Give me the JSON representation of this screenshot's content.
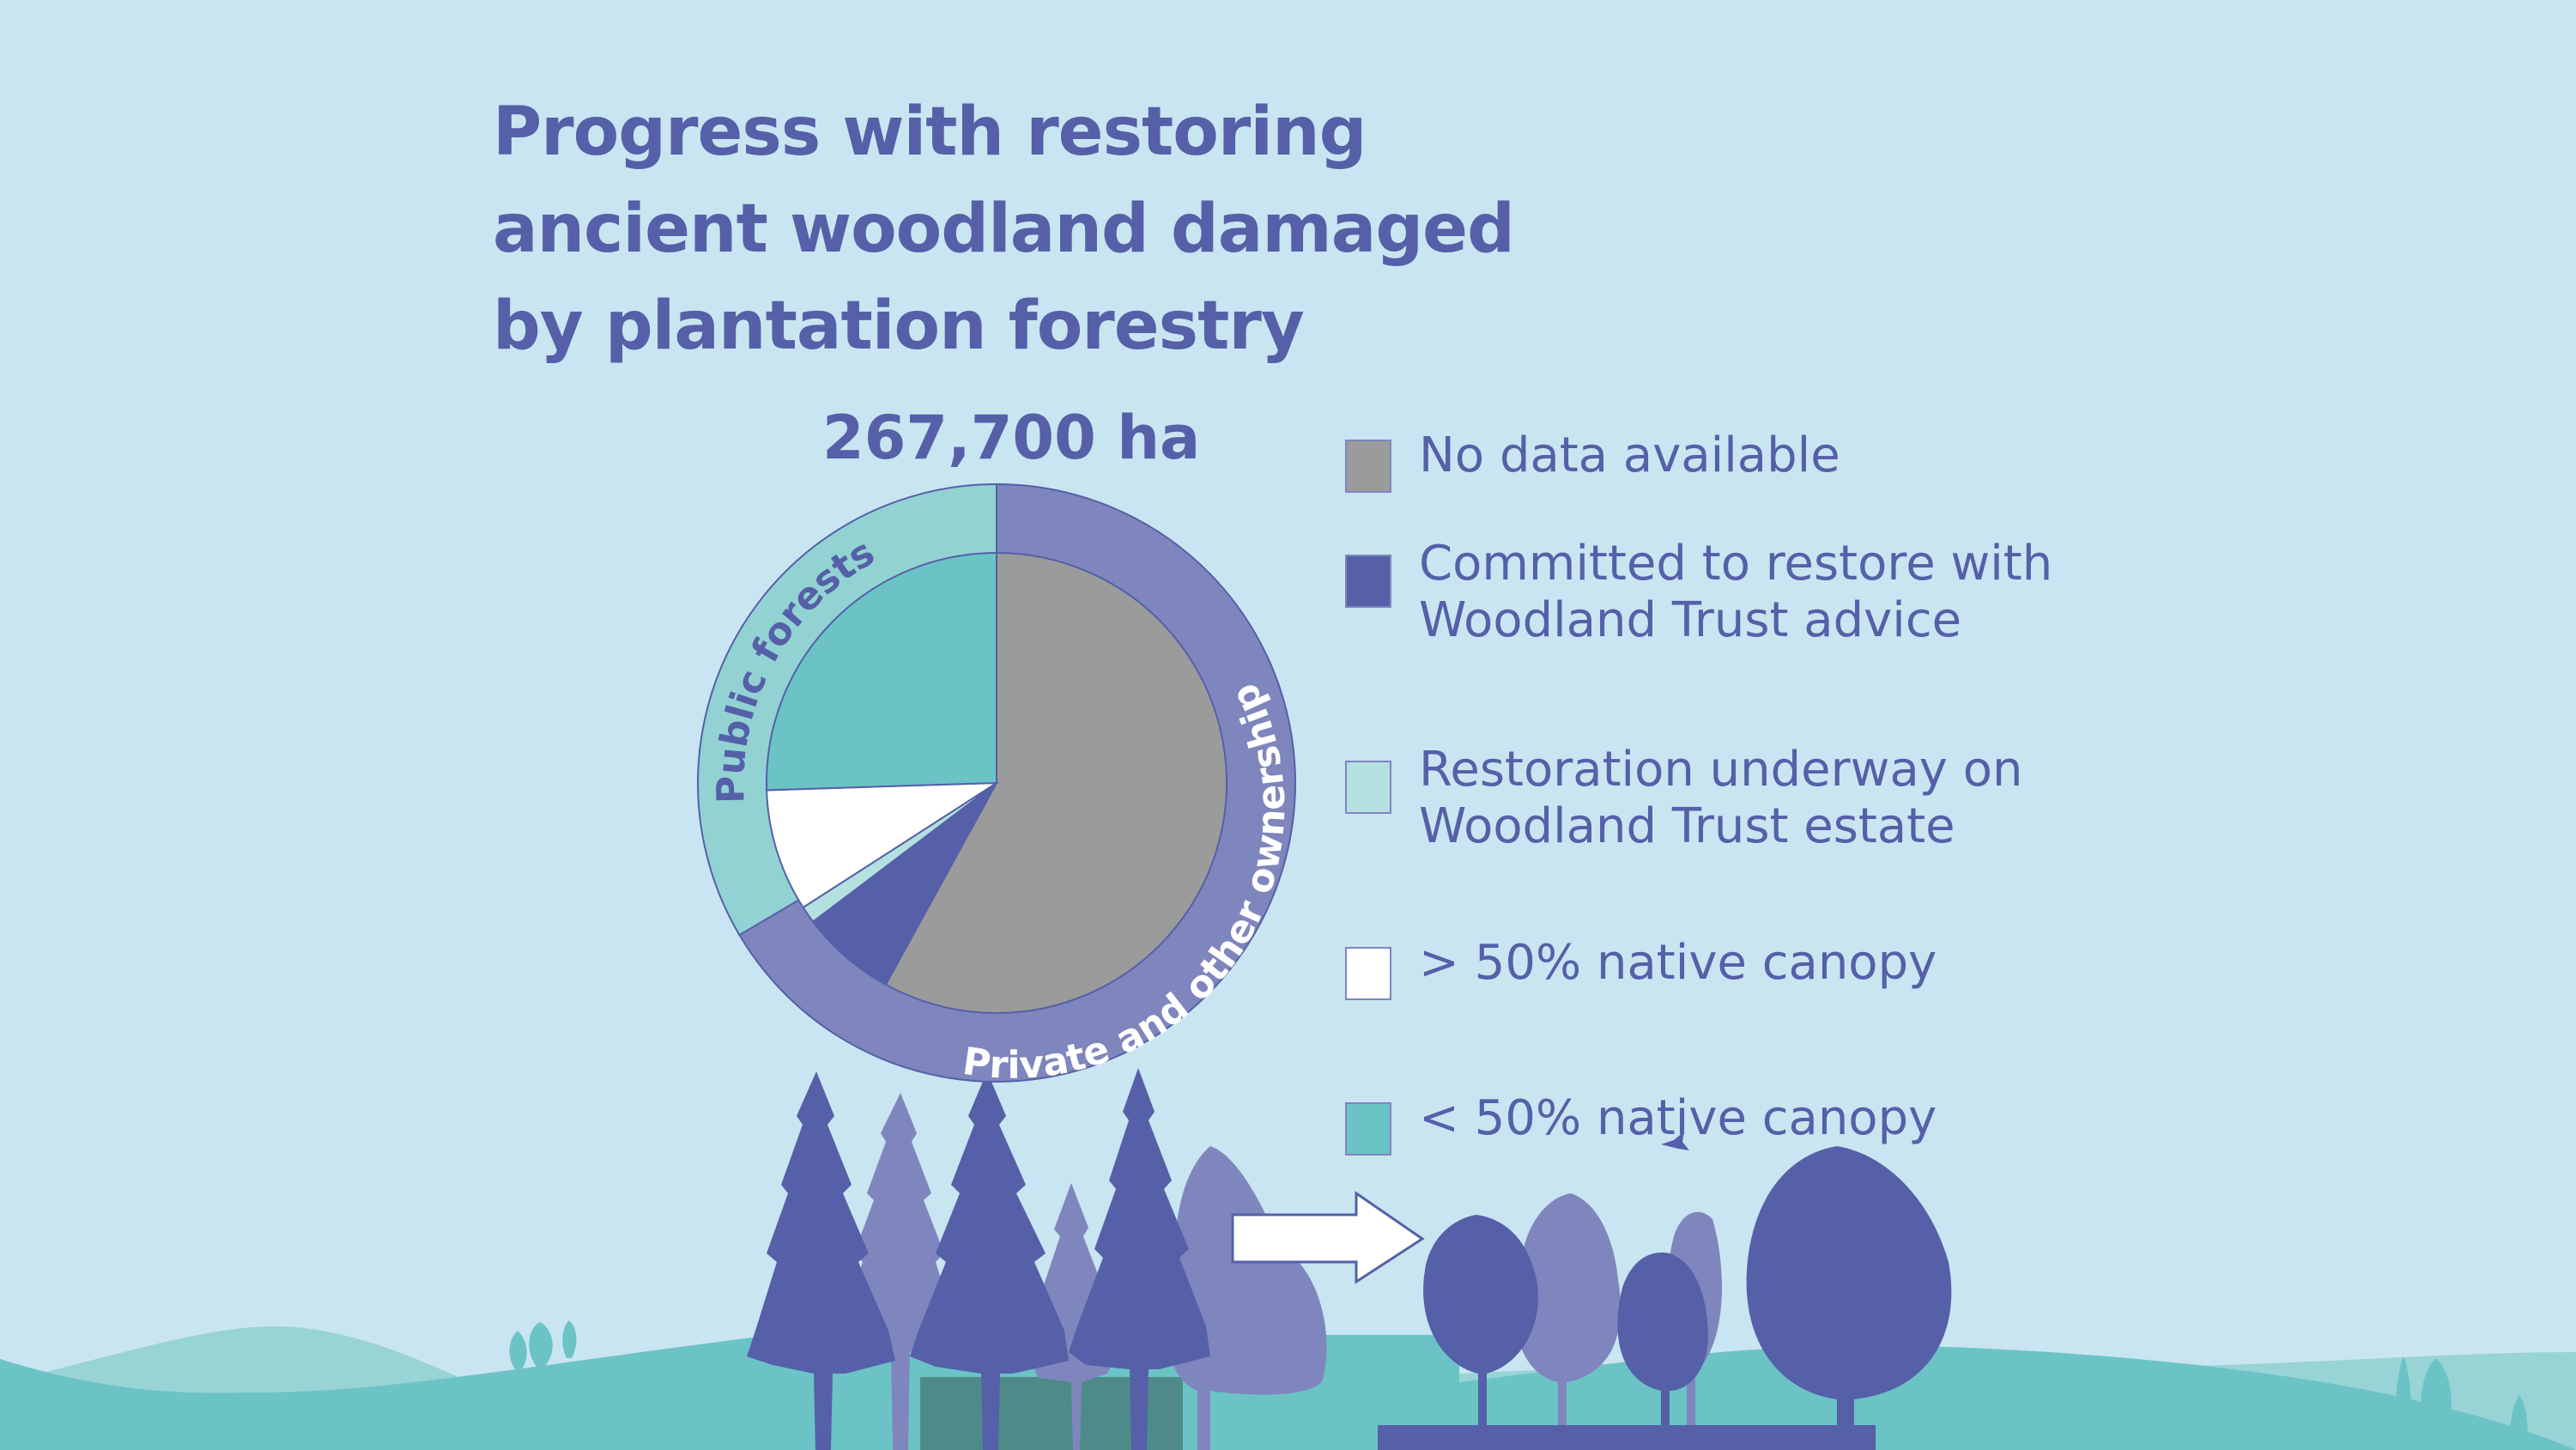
{
  "title": {
    "lines": [
      "Progress with restoring",
      "ancient woodland damaged",
      "by plantation forestry"
    ]
  },
  "total": "267,700 ha",
  "ring_labels": {
    "public": "Public forests",
    "private": "Private and other ownership"
  },
  "legend": [
    {
      "key": "no_data",
      "lines": [
        "No data available"
      ],
      "color": "#9b9b9b"
    },
    {
      "key": "committed",
      "lines": [
        "Committed to restore with",
        "Woodland Trust advice"
      ],
      "color": "#5560a8"
    },
    {
      "key": "underway",
      "lines": [
        "Restoration underway on",
        "Woodland Trust estate"
      ],
      "color": "#b4e0e0"
    },
    {
      "key": "gt50",
      "lines": [
        "> 50% native canopy"
      ],
      "color": "#ffffff"
    },
    {
      "key": "lt50",
      "lines": [
        "< 50% native canopy"
      ],
      "color": "#6cc3c5"
    }
  ],
  "colors": {
    "background": "#c9e5f1",
    "text": "#5560a8",
    "ring_public": "#92d2d3",
    "ring_private": "#7f86bd",
    "hill_back": "#98d4d6",
    "hill_front": "#6cc3c5",
    "tree_dark": "#5560a8",
    "tree_light": "#7f86bd"
  },
  "chart_data": {
    "type": "pie",
    "title": "Progress with restoring ancient woodland damaged by plantation forestry",
    "total_label": "267,700 ha",
    "total_hectares": 267700,
    "inner_pie": {
      "categories": [
        "No data available",
        "Committed to restore with Woodland Trust advice",
        "Restoration underway on Woodland Trust estate",
        "> 50% native canopy",
        "< 50% native canopy"
      ],
      "values_percent": [
        58.0,
        6.7,
        1.2,
        8.6,
        25.5
      ],
      "colors": [
        "#9b9b9b",
        "#5560a8",
        "#b4e0e0",
        "#ffffff",
        "#6cc3c5"
      ]
    },
    "outer_ring": {
      "categories": [
        "Private and other ownership",
        "Public forests"
      ],
      "values_percent": [
        66.5,
        33.5
      ],
      "colors": [
        "#7f86bd",
        "#92d2d3"
      ]
    },
    "legend_position": "right"
  }
}
